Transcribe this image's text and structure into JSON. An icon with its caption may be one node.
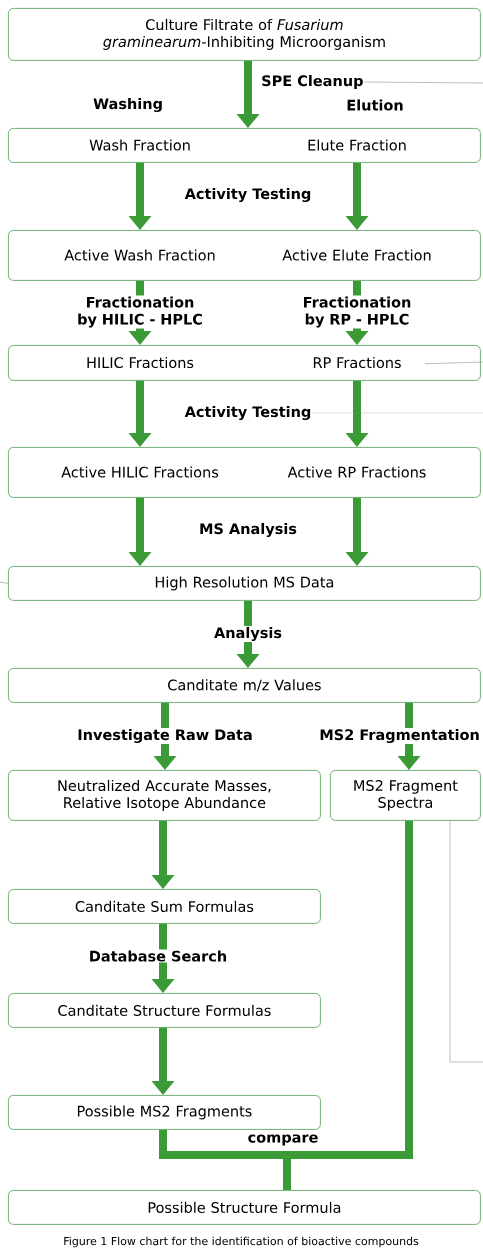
{
  "diagram": {
    "caption": "Figure 1 Flow chart for the identification of bioactive compounds",
    "nodes": [
      {
        "text": [
          "Culture Filtrate of *Fusarium graminearum*-Inhibiting Microorganism"
        ]
      },
      {
        "text": [
          "Wash Fraction",
          "Elute Fraction"
        ]
      },
      {
        "text": [
          "Active Wash Fraction",
          "Active Elute Fraction"
        ]
      },
      {
        "text": [
          "HILIC Fractions",
          "RP Fractions"
        ]
      },
      {
        "text": [
          "Active HILIC Fractions",
          "Active RP Fractions"
        ]
      },
      {
        "text": [
          "High Resolution MS Data"
        ]
      },
      {
        "text": [
          "Canditate m/z Values"
        ]
      },
      {
        "text": [
          "Neutralized Accurate Masses, Relative Isotope Abundance"
        ]
      },
      {
        "text": [
          "MS2 Fragment Spectra"
        ]
      },
      {
        "text": [
          "Canditate Sum Formulas"
        ]
      },
      {
        "text": [
          "Canditate Structure Formulas"
        ]
      },
      {
        "text": [
          "Possible MS2 Fragments"
        ]
      },
      {
        "text": [
          "Possible Structure Formula"
        ]
      },
      {
        "text": [
          "SPE Cleanup"
        ]
      },
      {
        "text": [
          "Activity Testing"
        ]
      }
    ],
    "edges": [
      {
        "from": 0,
        "to": 1,
        "arrow": "to"
      },
      {
        "from": 1,
        "to": 2,
        "arrow": "to",
        "label": "Activity Testing"
      },
      {
        "from": 1,
        "to": 2,
        "arrow": "to"
      },
      {
        "from": 2,
        "to": 3,
        "arrow": "to",
        "label": "Fractionation by HILIC - HPLC"
      },
      {
        "from": 2,
        "to": 3,
        "arrow": "to",
        "label": "Fractionation by RP - HPLC"
      },
      {
        "from": 3,
        "to": 4,
        "arrow": "to"
      },
      {
        "from": 3,
        "to": 4,
        "arrow": "to"
      },
      {
        "from": 4,
        "to": 5,
        "arrow": "to",
        "label": "MS Analysis"
      },
      {
        "from": 4,
        "to": 5,
        "arrow": "to"
      },
      {
        "from": 5,
        "to": 6,
        "arrow": "to",
        "label": "Analysis"
      },
      {
        "from": 6,
        "to": 7,
        "arrow": "to",
        "label": "Investigate Raw Data"
      },
      {
        "from": 6,
        "to": 8,
        "arrow": "to",
        "label": "MS2 Fragmentation"
      },
      {
        "from": 7,
        "to": 9,
        "arrow": "to"
      },
      {
        "from": 9,
        "to": 10,
        "arrow": "to",
        "label": "Database Search"
      },
      {
        "from": 10,
        "to": 11,
        "arrow": "to"
      },
      {
        "from": 11,
        "to": 12,
        "arrow": "none",
        "label": "compare"
      },
      {
        "from": 8,
        "to": 12,
        "arrow": "none"
      },
      {
        "from": 13,
        "to": null,
        "arrow": "none",
        "color": "#a0a0a0"
      },
      {
        "from": 3,
        "to": null,
        "arrow": "none",
        "color": "#a0a0a0"
      },
      {
        "from": 14,
        "to": null,
        "arrow": "none",
        "color": "#a0a0a0"
      },
      {
        "from": null,
        "to": 5,
        "arrow": "none",
        "color": "#a0a0a0"
      },
      {
        "from": 8,
        "to": null,
        "arrow": "none",
        "color": "#a0a0a0"
      }
    ],
    "labels": [
      "Washing",
      "Elution"
    ]
  }
}
